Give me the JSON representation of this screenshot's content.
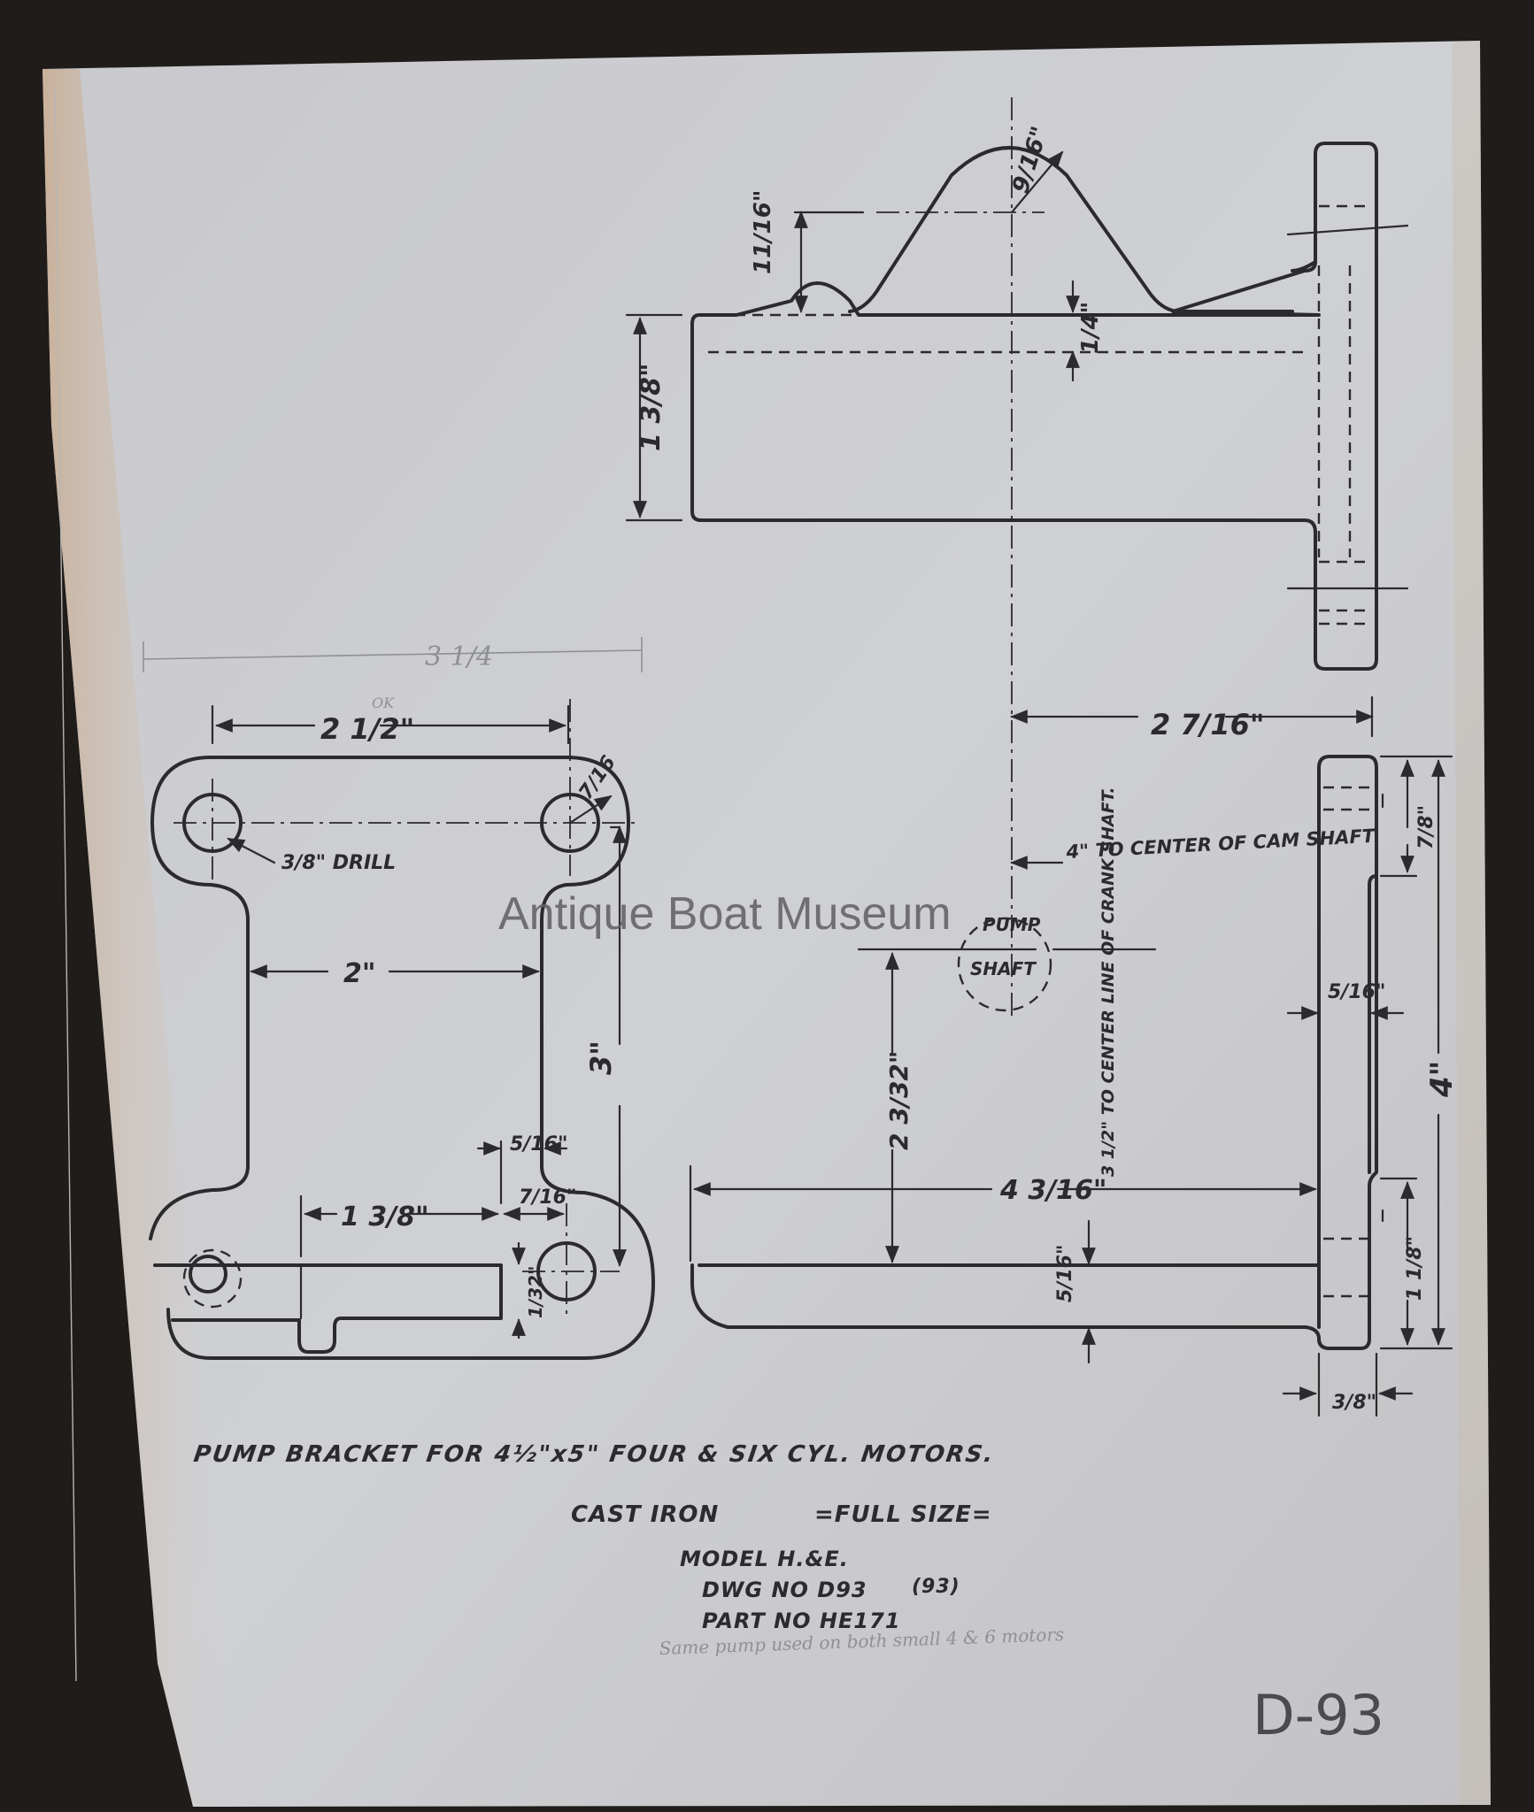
{
  "watermark": "Antique Boat Museum",
  "title": {
    "line1": "PUMP BRACKET FOR 4½\"x5\" FOUR & SIX CYL. MOTORS.",
    "material": "CAST IRON",
    "scale": "=FULL SIZE=",
    "model": "MODEL H.&E.",
    "dwg_no": "DWG NO D93",
    "dwg_no_alt": "(93)",
    "part_no": "PART NO HE171",
    "pencil_note": "Same pump used on both small 4 & 6 motors"
  },
  "sheet_mark": "D-93",
  "dimensions": {
    "top_view": {
      "radius": "9/16\"",
      "boss_height": "11/16\"",
      "bore": "1/4\"",
      "body_height": "1 3/8\""
    },
    "plan_view": {
      "overall_pencil": "3 1/4",
      "hole_spacing": "2 1/2\"",
      "hole_spacing_note": "OK",
      "hole_radius": "7/16",
      "drill": "3/8\" DRILL",
      "neck_width": "2\"",
      "hole_pitch_vertical": "3\"",
      "wall": "5/16\"",
      "foot_length": "1 3/8\"",
      "foot_offset": "7/16\"",
      "lip": "1/32\""
    },
    "side_view": {
      "center_offset": "2 7/16\"",
      "cam_shaft_note": "4\" TO CENTER OF CAM SHAFT",
      "pump_label": "PUMP",
      "shaft_label": "SHAFT",
      "height_to_shaft": "2 3/32\"",
      "crank_note": "3 1/2\" TO CENTER LINE OF CRANK SHAFT.",
      "base_length": "4 3/16\"",
      "base_thickness": "5/16\"",
      "flange_step": "7/8\"",
      "flange_wall": "5/16\"",
      "overall_height": "4\"",
      "lower_step": "1 1/8\"",
      "flange_thickness": "3/8\""
    }
  }
}
